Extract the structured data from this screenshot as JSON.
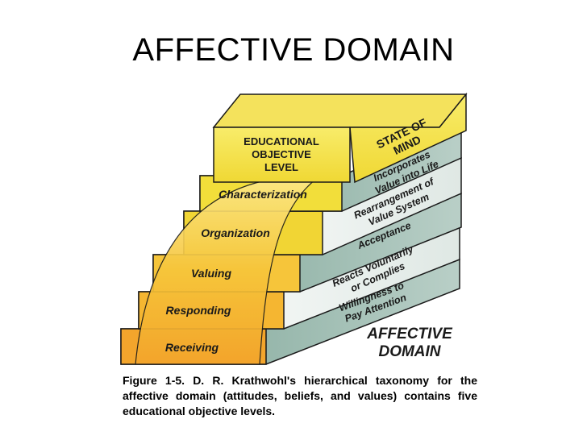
{
  "slide": {
    "title": "AFFECTIVE DOMAIN"
  },
  "diagram": {
    "top_front": [
      "EDUCATIONAL",
      "OBJECTIVE",
      "LEVEL"
    ],
    "top_side": [
      "STATE OF",
      "MIND"
    ],
    "levels": [
      {
        "name": "Characterization",
        "description": [
          "Incorporates",
          "Value into Life"
        ]
      },
      {
        "name": "Organization",
        "description": [
          "Rearrangement of",
          "Value System"
        ]
      },
      {
        "name": "Valuing",
        "description": [
          "Acceptance"
        ]
      },
      {
        "name": "Responding",
        "description": [
          "Reacts Voluntarily",
          "or Complies"
        ]
      },
      {
        "name": "Receiving",
        "description": [
          "Willingness to",
          "Pay Attention"
        ]
      }
    ],
    "domain_label": [
      "AFFECTIVE",
      "DOMAIN"
    ],
    "colors": {
      "yellow": "#f2de3a",
      "orange": "#f3a52c",
      "teal_side": "#8fb0a4",
      "white_side": "#f7f7f7",
      "outline": "#1a1a1a"
    }
  },
  "caption": "Figure 1-5. D. R. Krathwohl's hierarchical taxonomy for the affective domain (attitudes, beliefs, and values) contains five educational objective levels."
}
